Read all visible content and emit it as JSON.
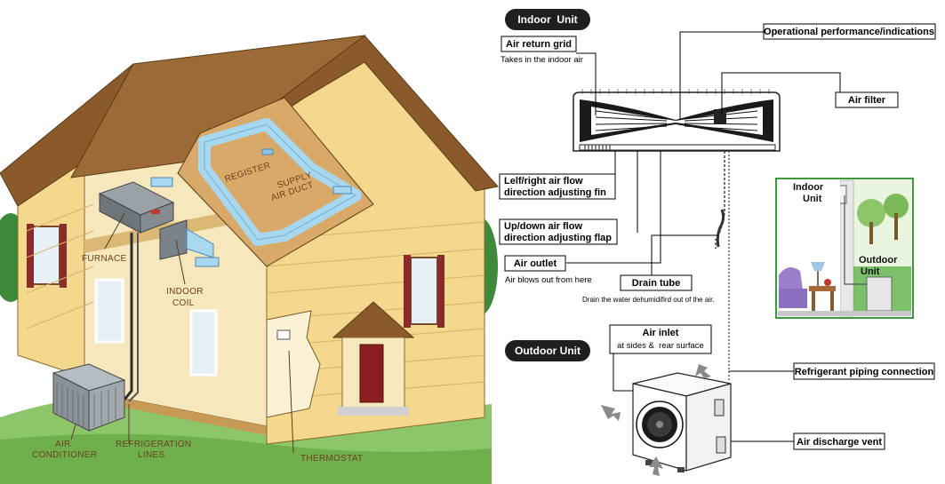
{
  "house": {
    "labels": {
      "register": "REGISTER",
      "supply_line1": "SUPPLY",
      "supply_line2": "AIR DUCT",
      "furnace": "FURNACE",
      "indoor_line1": "INDOOR",
      "indoor_line2": "COIL",
      "ac_line1": "AIR",
      "ac_line2": "CONDITIONER",
      "refrig_line1": "REFRIGERATION",
      "refrig_line2": "LINES",
      "thermostat": "THERMOSTAT"
    }
  },
  "split": {
    "indoor_heading": "Indoor  Unit",
    "outdoor_heading": "Outdoor Unit",
    "labels": {
      "air_return_title": "Air return grid",
      "air_return_sub": "Takes in the indoor air",
      "operational": "Operational performance/indications",
      "air_filter": "Air filter",
      "leftright_1": "Lelf/right air flow",
      "leftright_2": "direction adjusting fin",
      "updown_1": "Up/down air flow",
      "updown_2": "direction adjusting flap",
      "air_outlet_title": "Air outlet",
      "air_outlet_sub": "Air blows out from here",
      "drain_title": "Drain tube",
      "drain_sub": "Drain the water dehumidifird out of the air.",
      "air_inlet_title": "Air inlet",
      "air_inlet_sub": "at sides &  rear surface",
      "refrig_piping": "Refrigerant piping connection",
      "air_discharge": "Air discharge vent"
    },
    "inset": {
      "indoor_1": "Indoor",
      "indoor_2": "Unit",
      "outdoor_1": "Outdoor",
      "outdoor_2": "Unit"
    }
  },
  "colors": {
    "roof": "#8a5a2b",
    "siding": "#f5dfa0",
    "duct": "#a8d8f0",
    "inset_border": "#3c9a3c",
    "pill": "#1f1f1f"
  }
}
